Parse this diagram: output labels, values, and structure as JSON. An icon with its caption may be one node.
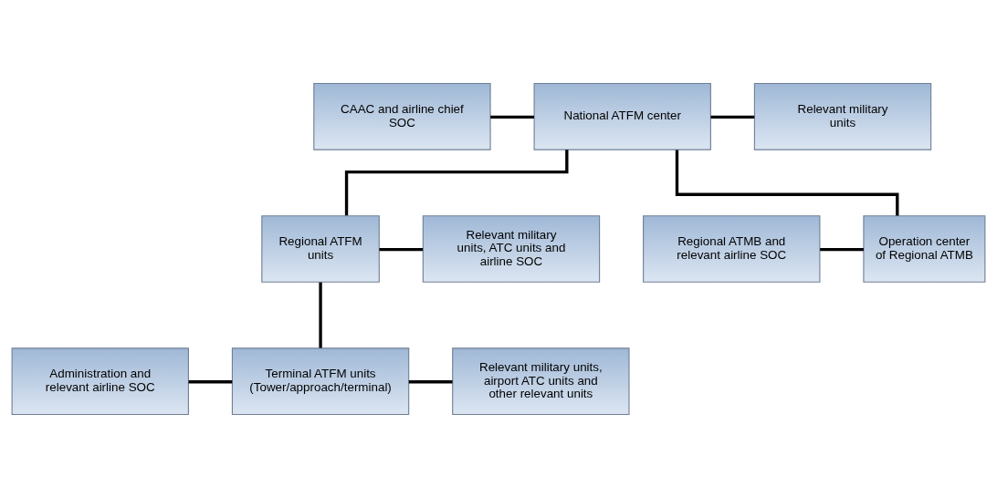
{
  "diagram": {
    "nodes": [
      {
        "text": [
          "CAAC and airline chief SOC"
        ]
      },
      {
        "text": [
          "National ATFM center"
        ]
      },
      {
        "text": [
          "Relevant military units"
        ]
      },
      {
        "text": [
          "Regional ATMB and relevant airline SOC"
        ]
      },
      {
        "text": [
          "Operation center of Regional ATMB"
        ]
      },
      {
        "text": [
          "Regional ATFM units"
        ]
      },
      {
        "text": [
          "Relevant military units, ATC units and airline SOC"
        ]
      },
      {
        "text": [
          "Administration and relevant airline SOC"
        ]
      },
      {
        "text": [
          "Terminal ATFM units (Tower/approach/terminal)"
        ]
      },
      {
        "text": [
          "Relevant military units, airport ATC units and other relevant units"
        ]
      }
    ],
    "edges": [
      {
        "from": 0,
        "to": 1,
        "arrow": "none"
      },
      {
        "from": 1,
        "to": 2,
        "arrow": "none"
      },
      {
        "from": 1,
        "to": 4,
        "arrow": "none"
      },
      {
        "from": 1,
        "to": 5,
        "arrow": "none"
      },
      {
        "from": 3,
        "to": 4,
        "arrow": "none"
      },
      {
        "from": 5,
        "to": 6,
        "arrow": "none"
      },
      {
        "from": 5,
        "to": 8,
        "arrow": "none"
      },
      {
        "from": 7,
        "to": 8,
        "arrow": "none"
      },
      {
        "from": 8,
        "to": 9,
        "arrow": "none"
      }
    ]
  }
}
